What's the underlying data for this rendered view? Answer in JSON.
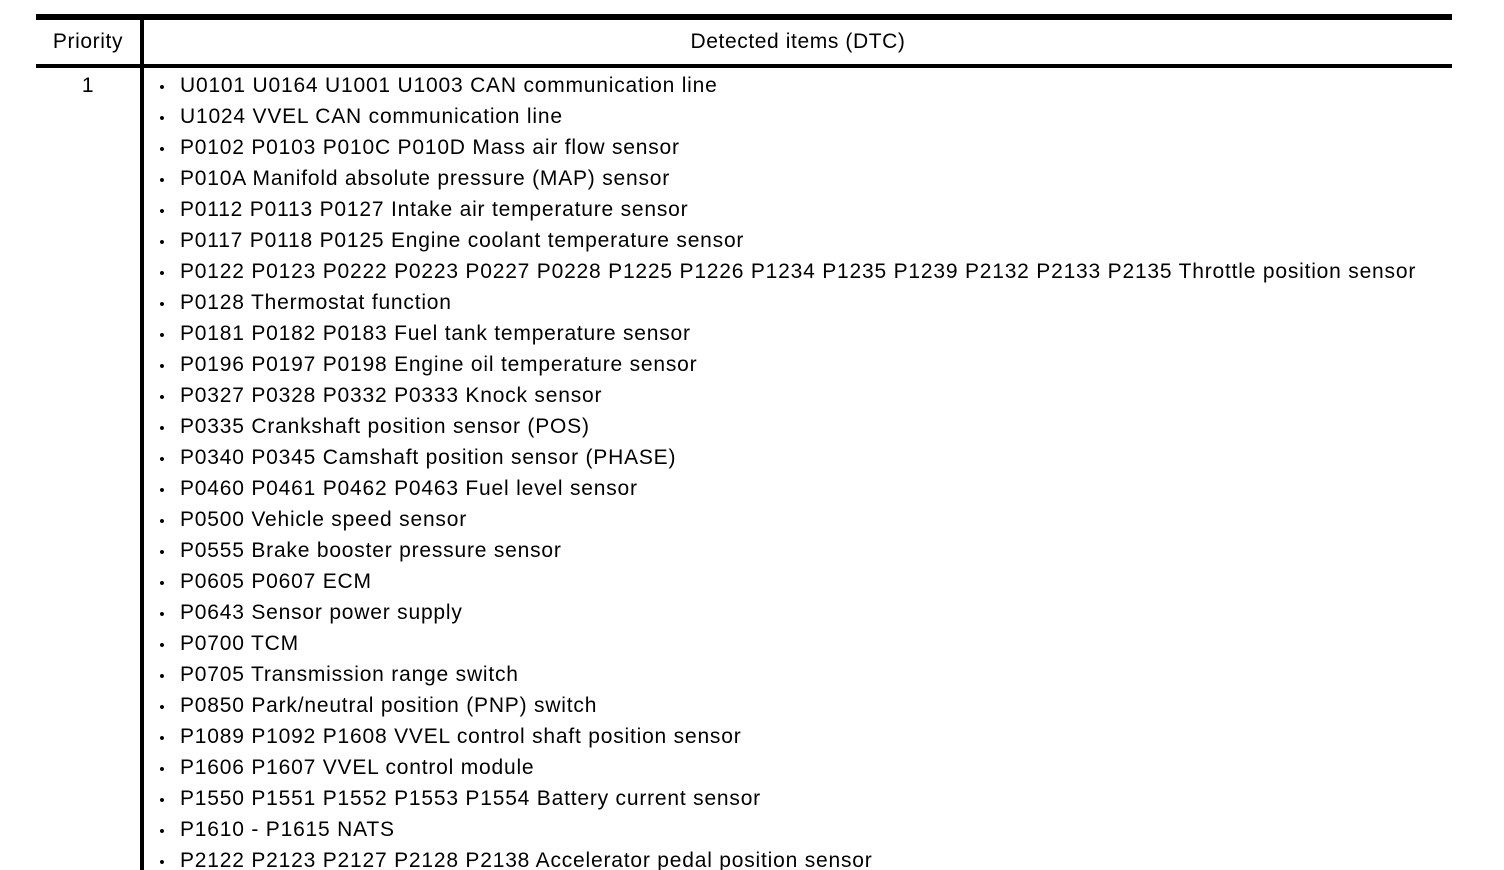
{
  "colors": {
    "background": "#ffffff",
    "border": "#000000",
    "text": "#000000"
  },
  "table": {
    "header": {
      "priority_label": "Priority",
      "items_label": "Detected items (DTC)"
    },
    "rows": [
      {
        "priority": "1",
        "detected_items": [
          "U0101 U0164 U1001 U1003 CAN communication line",
          "U1024 VVEL CAN communication line",
          "P0102 P0103 P010C P010D Mass air flow sensor",
          "P010A Manifold absolute pressure (MAP) sensor",
          "P0112 P0113 P0127 Intake air temperature sensor",
          "P0117 P0118 P0125 Engine coolant temperature sensor",
          "P0122 P0123 P0222 P0223 P0227 P0228 P1225 P1226 P1234 P1235 P1239 P2132 P2133 P2135 Throttle position sensor",
          "P0128 Thermostat function",
          "P0181 P0182 P0183 Fuel tank temperature sensor",
          "P0196 P0197 P0198 Engine oil temperature sensor",
          "P0327 P0328 P0332 P0333 Knock sensor",
          "P0335 Crankshaft position sensor (POS)",
          "P0340 P0345 Camshaft position sensor (PHASE)",
          "P0460 P0461 P0462 P0463 Fuel level sensor",
          "P0500 Vehicle speed sensor",
          "P0555 Brake booster pressure sensor",
          "P0605 P0607 ECM",
          "P0643 Sensor power supply",
          "P0700 TCM",
          "P0705 Transmission range switch",
          "P0850 Park/neutral position (PNP) switch",
          "P1089 P1092 P1608 VVEL control shaft position sensor",
          "P1606 P1607 VVEL control module",
          "P1550 P1551 P1552 P1553 P1554 Battery current sensor",
          "P1610 - P1615 NATS",
          "P2122 P2123 P2127 P2128 P2138 Accelerator pedal position sensor"
        ]
      }
    ]
  }
}
